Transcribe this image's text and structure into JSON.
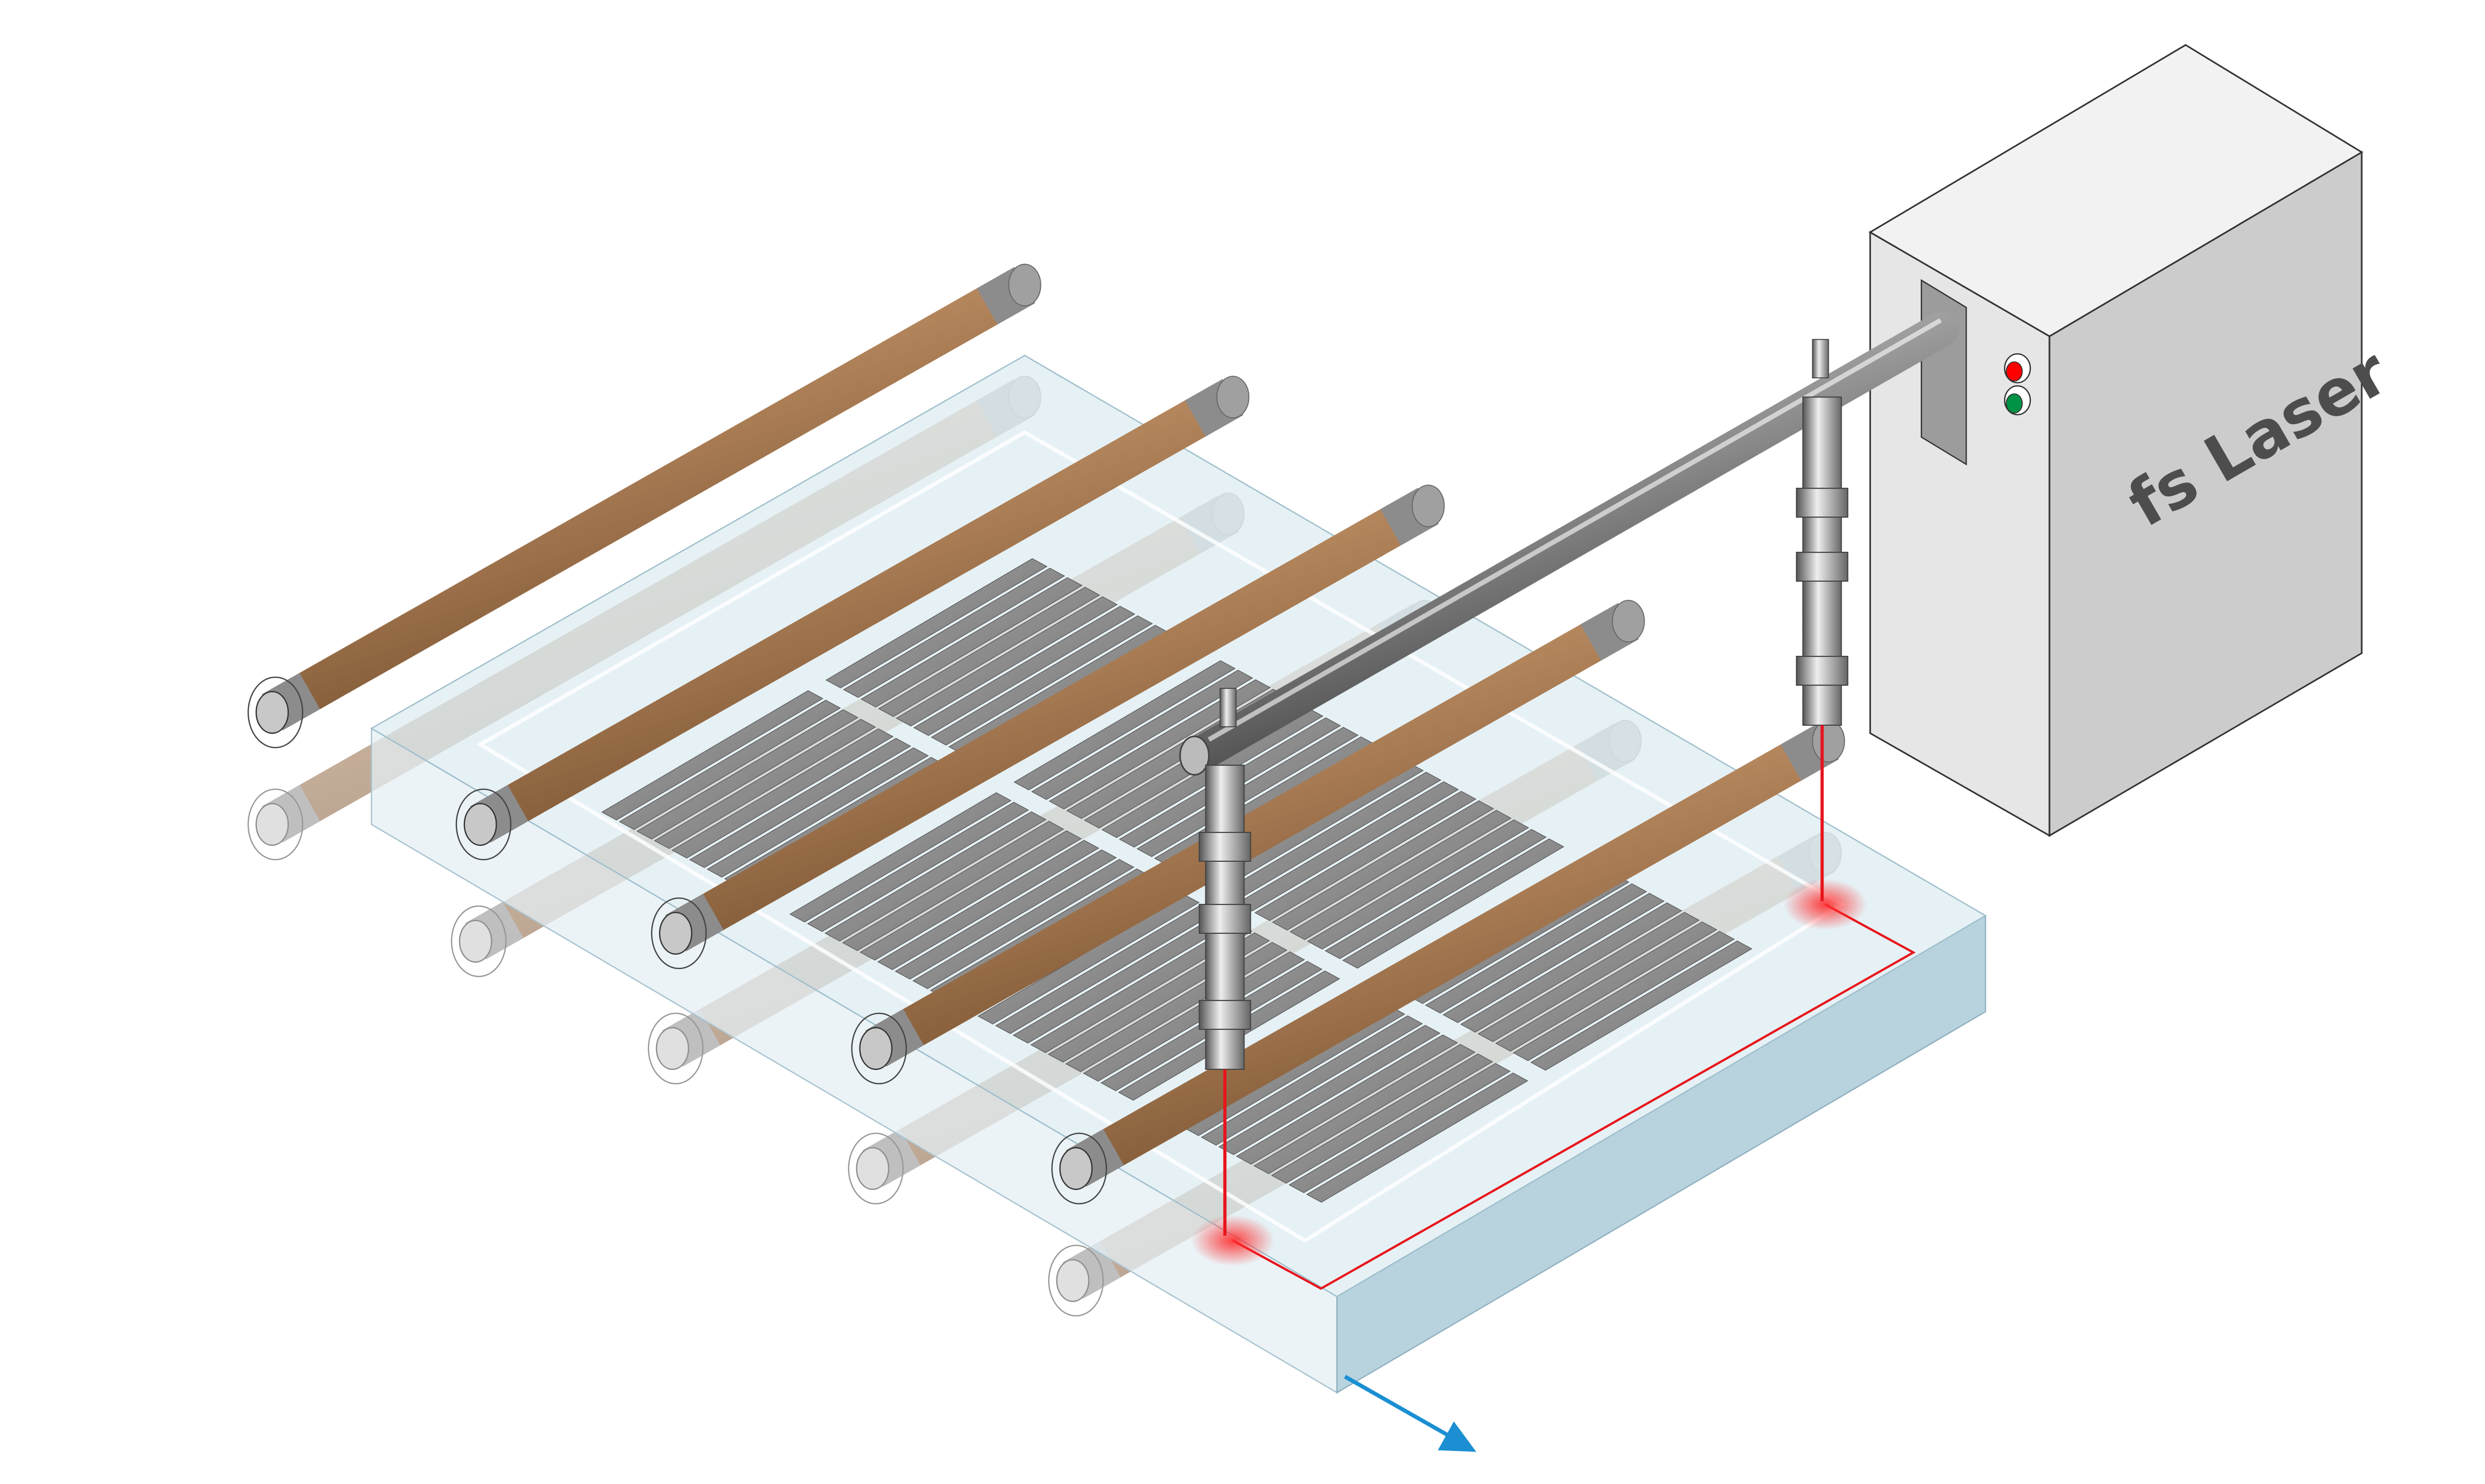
{
  "diagram": {
    "laser_label": "fs Laser",
    "components": {
      "laser_source": "fs-laser-unit",
      "status_lights": [
        "red",
        "green"
      ]
    },
    "colors": {
      "roller": "#b8895f",
      "roller_cap": "#9a9a9a",
      "glass": "#cfe3ec",
      "cell": "#8a8a8a",
      "beam": "#e8141b",
      "arrow": "#1b8fd2",
      "box_front": "#cccccc",
      "box_side": "#e6e6e6",
      "box_top": "#f2f2f2"
    }
  }
}
